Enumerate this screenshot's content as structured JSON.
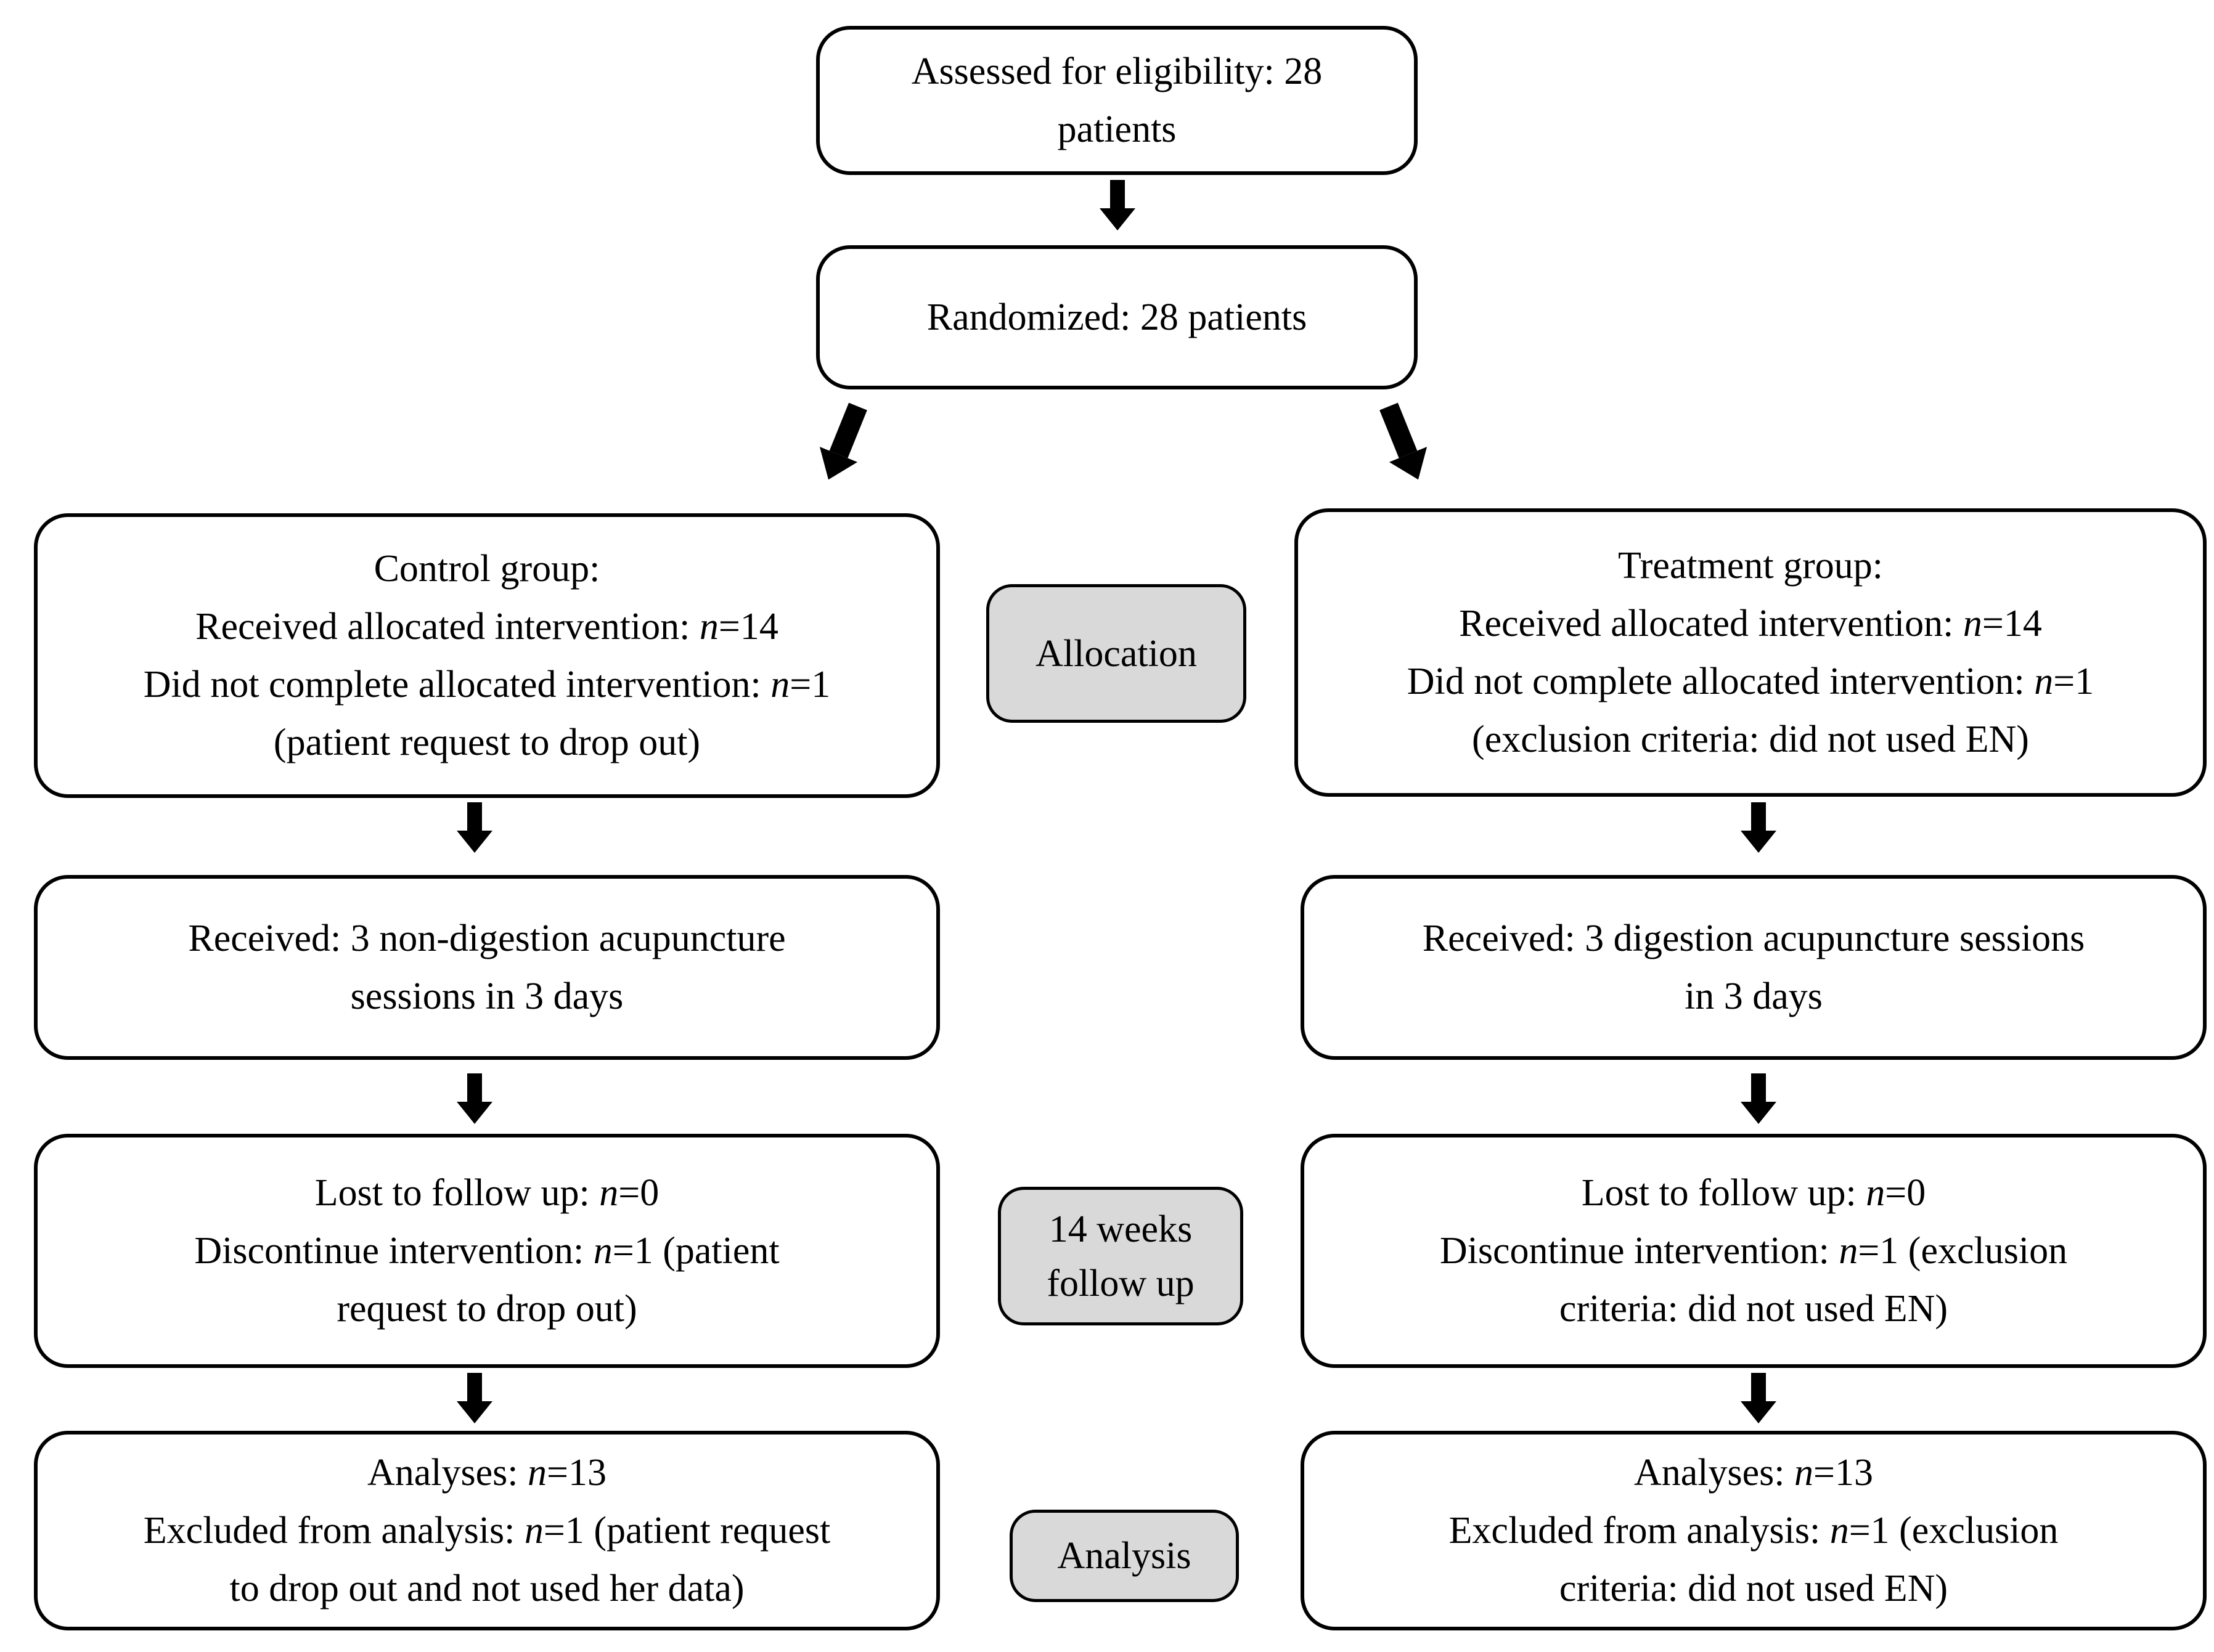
{
  "figure": {
    "type": "consort-flow-diagram",
    "colors": {
      "background": "#ffffff",
      "box_fill": "#ffffff",
      "box_border": "#000000",
      "stage_label_fill": "#d9d9d9",
      "arrow": "#000000",
      "text": "#000000"
    },
    "boxes": {
      "assessed": {
        "lines": [
          "Assessed for eligibility: 28",
          "patients"
        ]
      },
      "randomized": {
        "lines": [
          "Randomized: 28 patients"
        ]
      },
      "control": {
        "lines": [
          "Control group:",
          "Received allocated intervention: *n*=14",
          "Did not complete allocated intervention: *n*=1",
          "(patient request to drop out)"
        ]
      },
      "treatment": {
        "lines": [
          "Treatment group:",
          "Received allocated intervention: *n*=14",
          "Did not complete allocated intervention: *n*=1",
          "(exclusion criteria: did not used EN)"
        ]
      },
      "received_control": {
        "lines": [
          "Received: 3 non-digestion acupuncture",
          "sessions in 3 days"
        ]
      },
      "received_treatment": {
        "lines": [
          "Received: 3 digestion acupuncture sessions",
          "in 3 days"
        ]
      },
      "followup_control": {
        "lines": [
          "Lost to follow up: *n*=0",
          "Discontinue intervention: *n*=1 (patient",
          "request to drop out)"
        ]
      },
      "followup_treatment": {
        "lines": [
          "Lost to follow up: *n*=0",
          "Discontinue intervention: *n*=1 (exclusion",
          "criteria: did not used EN)"
        ]
      },
      "analyses_control": {
        "lines": [
          "Analyses: *n*=13",
          "Excluded from analysis: *n*=1 (patient request",
          "to drop out and not used her data)"
        ]
      },
      "analyses_treatment": {
        "lines": [
          "Analyses: *n*=13",
          "Excluded from analysis: *n*=1 (exclusion",
          "criteria: did not used EN)"
        ]
      }
    },
    "stage_labels": {
      "allocation": {
        "lines": [
          "Allocation"
        ]
      },
      "followup": {
        "lines": [
          "14 weeks",
          "follow up"
        ]
      },
      "analysis": {
        "lines": [
          "Analysis"
        ]
      }
    }
  }
}
